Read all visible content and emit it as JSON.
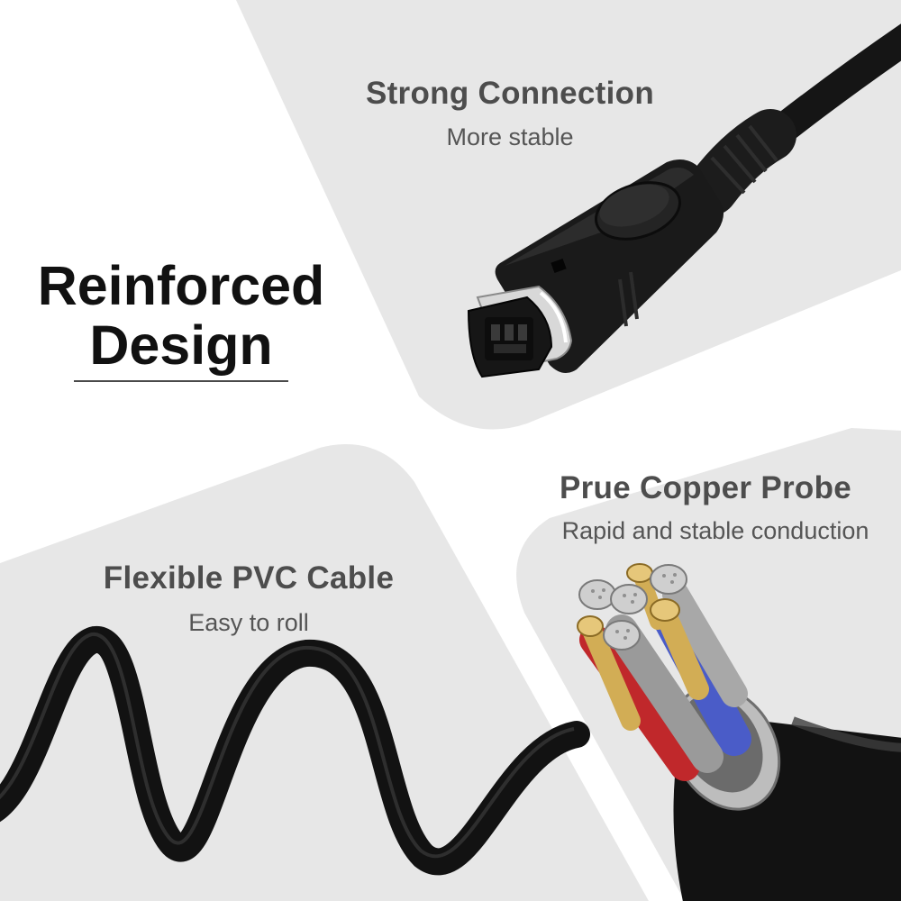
{
  "headline": {
    "line1": "Reinforced",
    "line2": "Design"
  },
  "features": {
    "strong": {
      "title": "Strong Connection",
      "subtitle": "More stable"
    },
    "flexible": {
      "title": "Flexible PVC Cable",
      "subtitle": "Easy to roll"
    },
    "copper": {
      "title": "Prue Copper Probe",
      "subtitle": "Rapid and stable conduction"
    }
  },
  "colors": {
    "panel": "#e7e7e7",
    "cable": "#141414",
    "copper": "#c9a24a",
    "insulation_red": "#c0282b",
    "insulation_blue": "#4a5cc8"
  },
  "icons": [
    "connector-plug-illustration",
    "coiled-cable-illustration",
    "wire-cross-section-illustration"
  ]
}
